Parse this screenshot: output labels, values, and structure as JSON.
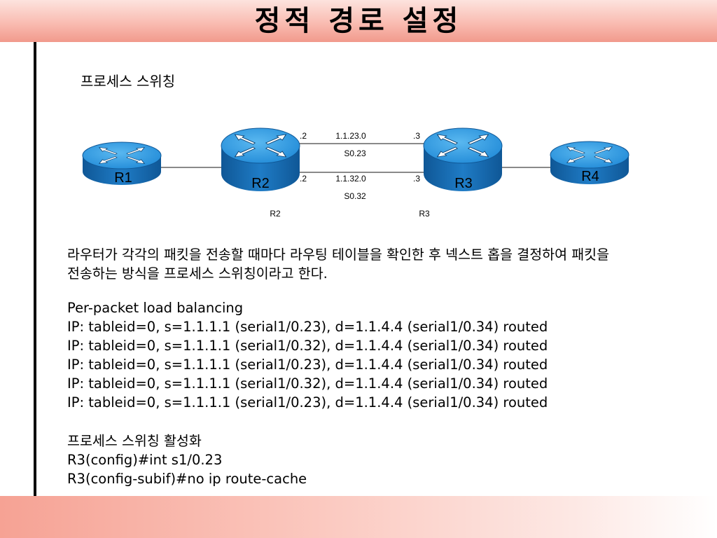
{
  "title": "정적 경로 설정",
  "subtitle": "프로세스 스위칭",
  "diagram": {
    "routers": [
      {
        "label": "R1"
      },
      {
        "label": "R2"
      },
      {
        "label": "R3"
      },
      {
        "label": "R4"
      }
    ],
    "links": [
      {
        "left": ".2",
        "net": "1.1.23.0",
        "right": ".3",
        "iface": "S0.23"
      },
      {
        "left": ".2",
        "net": "1.1.32.0",
        "right": ".3",
        "iface": "S0.32"
      }
    ],
    "under_labels": [
      "R2",
      "R3"
    ]
  },
  "description": "라우터가 각각의 패킷을 전송할 때마다 라우팅 테이블을 확인한 후 넥스트 홉을 결정하여 패킷을 전송하는 방식을 프로세스 스위칭이라고 한다.",
  "log": {
    "heading": "Per-packet load balancing",
    "lines": [
      "IP: tableid=0, s=1.1.1.1 (serial1/0.23), d=1.1.4.4 (serial1/0.34) routed",
      "IP: tableid=0, s=1.1.1.1 (serial1/0.32), d=1.1.4.4 (serial1/0.34) routed",
      "IP: tableid=0, s=1.1.1.1 (serial1/0.23), d=1.1.4.4 (serial1/0.34) routed",
      "IP: tableid=0, s=1.1.1.1 (serial1/0.32), d=1.1.4.4 (serial1/0.34) routed",
      "IP: tableid=0, s=1.1.1.1 (serial1/0.23), d=1.1.4.4 (serial1/0.34) routed"
    ]
  },
  "config": {
    "heading": "프로세스 스위칭 활성화",
    "lines": [
      "R3(config)#int s1/0.23",
      "R3(config-subif)#no ip route-cache"
    ]
  },
  "colors": {
    "router_top": "#2b9be0",
    "router_side": "#1565a8",
    "title_band": "#f6a294"
  }
}
